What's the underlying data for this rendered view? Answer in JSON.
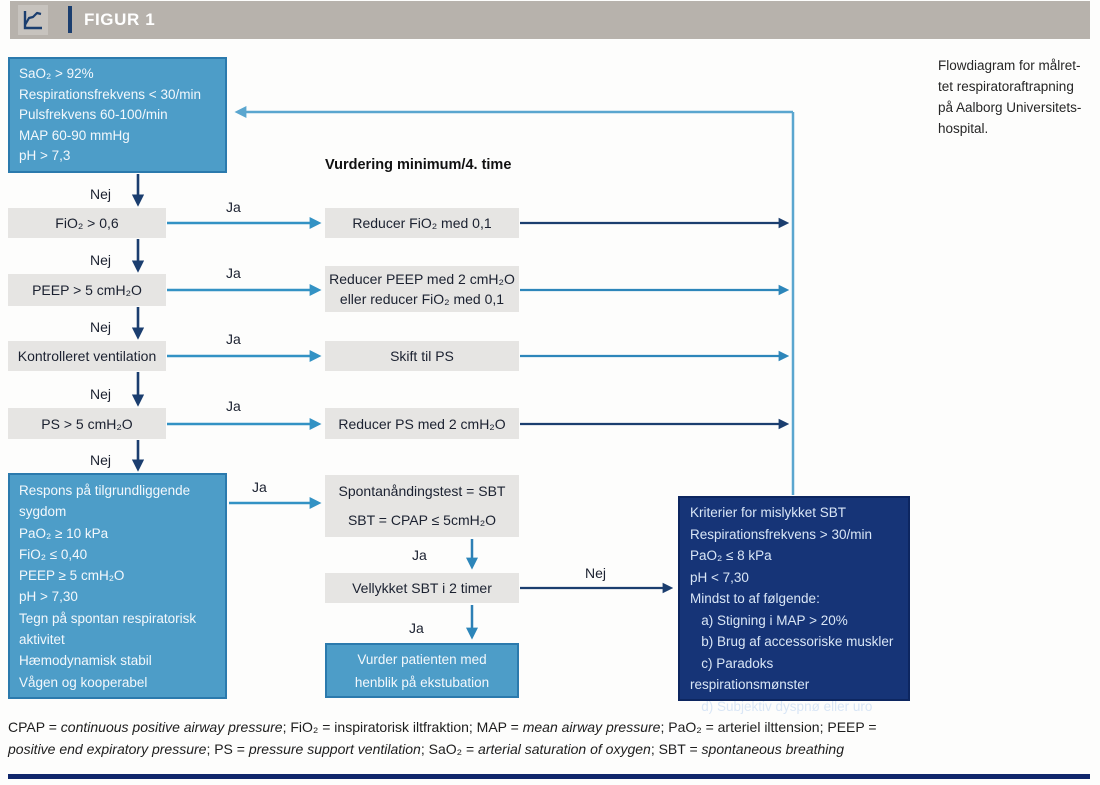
{
  "figure_label": "FIGUR 1",
  "caption_lines": [
    "Flowdiagram for målret-",
    "tet respiratoraftrapning",
    "på Aalborg Universitets-",
    "hospital."
  ],
  "labels": {
    "yes": "Ja",
    "no": "Nej"
  },
  "assessment_heading": "Vurdering minimum/4. time",
  "start_criteria_box": {
    "lines": [
      "SaO₂ > 92%",
      "Respirationsfrekvens < 30/min",
      "Pulsfrekvens 60-100/min",
      "MAP 60-90 mmHg",
      "pH > 7,3"
    ]
  },
  "decision_boxes": [
    "FiO₂ > 0,6",
    "PEEP > 5 cmH₂O",
    "Kontrolleret ventilation",
    "PS > 5 cmH₂O"
  ],
  "action_boxes": [
    [
      "Reducer FiO₂ med 0,1"
    ],
    [
      "Reducer PEEP med 2 cmH₂O",
      "eller reducer FiO₂ med 0,1"
    ],
    [
      "Skift til PS"
    ],
    [
      "Reducer PS med 2 cmH₂O"
    ]
  ],
  "sbt_readiness_box": {
    "lines": [
      "Respons på tilgrundliggende",
      "sygdom",
      "PaO₂ ≥ 10 kPa",
      "FiO₂ ≤ 0,40",
      "PEEP ≥ 5 cmH₂O",
      "pH > 7,30",
      "Tegn på spontan respiratorisk",
      "aktivitet",
      "Hæmodynamisk stabil",
      "Vågen og kooperabel"
    ]
  },
  "sbt_test_box": {
    "lines": [
      "Spontanåndingstest = SBT",
      "SBT = CPAP ≤ 5cmH₂O"
    ]
  },
  "sbt_success_box": "Vellykket SBT i 2 timer",
  "extubation_box": {
    "lines": [
      "Vurder patienten med",
      "henblik på ekstubation"
    ]
  },
  "failed_sbt_box": {
    "lines": [
      "Kriterier for mislykket SBT",
      "Respirationsfrekvens > 30/min",
      "PaO₂ ≤ 8 kPa",
      "pH < 7,30",
      "Mindst to af følgende:",
      "   a) Stigning i MAP > 20%",
      "   b) Brug af accessoriske muskler",
      "   c) Paradoks  respirationsmønster",
      "   d) Subjektiv dyspnø eller uro"
    ]
  },
  "legend": {
    "l1": [
      "CPAP = ",
      "continuous positive airway pressure",
      ";  FiO₂ = inspiratorisk iltfraktion;  MAP = ",
      "mean airway pressure",
      ";  PaO₂ = arteriel ilttension;  PEEP ="
    ],
    "l2": [
      "positive end expiratory pressure",
      ";  PS = ",
      "pressure support ventilation",
      ";  SaO₂ = ",
      "arterial saturation of oxygen",
      ";  SBT = ",
      "spontaneous breathing"
    ]
  },
  "colors": {
    "header_gray": "#b7b2ac",
    "box_blue": "#4d9dc8",
    "box_blue_border": "#2b7aad",
    "box_navy": "#163477",
    "box_gray": "#e6e5e3",
    "arrow_navy": "#1b3e6f",
    "arrow_blue": "#2d86ba",
    "arrow_light": "#5aa6cf",
    "arrow_ja": "#3392c4",
    "bottom_rule": "#10266b"
  }
}
